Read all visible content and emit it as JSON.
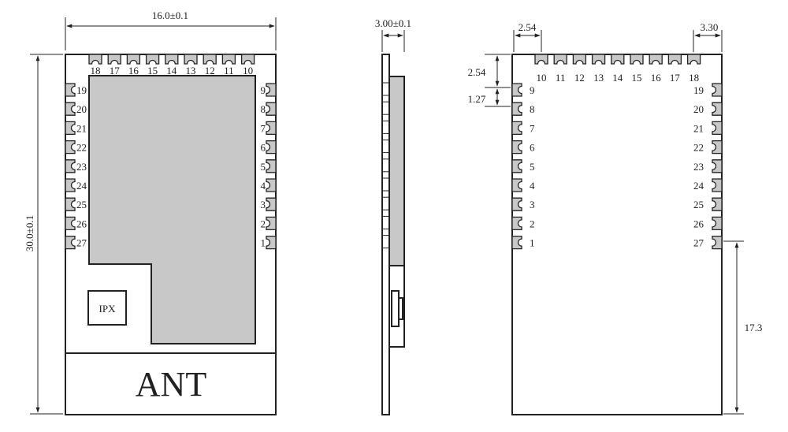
{
  "front_view": {
    "width_dim": "16.0±0.1",
    "height_dim": "30.0±0.1",
    "ipx_label": "IPX",
    "ant_label": "ANT",
    "top_pins": [
      "18",
      "17",
      "16",
      "15",
      "14",
      "13",
      "12",
      "11",
      "10"
    ],
    "left_pins": [
      "19",
      "20",
      "21",
      "22",
      "23",
      "24",
      "25",
      "26",
      "27"
    ],
    "right_pins": [
      "9",
      "8",
      "7",
      "6",
      "5",
      "4",
      "3",
      "2",
      "1"
    ]
  },
  "side_view": {
    "thickness_dim": "3.00±0.1"
  },
  "bottom_view": {
    "pitch_top_left_dim": "2.54",
    "edge_top_right_dim": "3.30",
    "pitch_side_dim": "2.54",
    "offset_side_dim": "1.27",
    "bottom_gap_dim": "17.3",
    "top_pins": [
      "10",
      "11",
      "12",
      "13",
      "14",
      "15",
      "16",
      "17",
      "18"
    ],
    "left_pins": [
      "9",
      "8",
      "7",
      "6",
      "5",
      "4",
      "3",
      "2",
      "1"
    ],
    "right_pins": [
      "19",
      "20",
      "21",
      "22",
      "23",
      "24",
      "25",
      "26",
      "27"
    ]
  }
}
